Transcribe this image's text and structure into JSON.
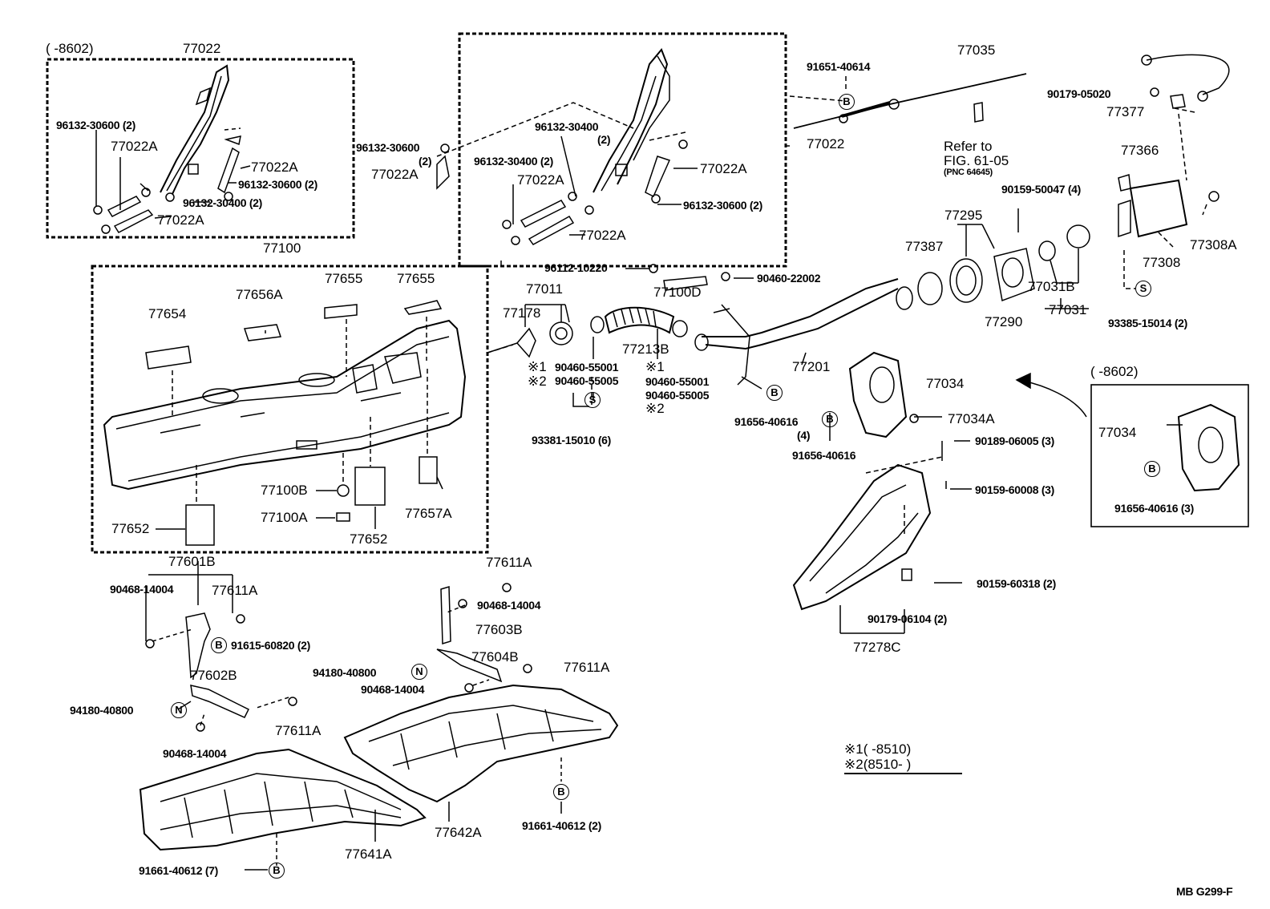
{
  "labels": {
    "tl_date": "(      -8602)",
    "tl_77022": "77022",
    "tl_96132_30600": "96132-30600 (2)",
    "tl_77022A_1": "77022A",
    "tl_77022A_2": "77022A",
    "tl_96132_30600b": "96132-30600 (2)",
    "tl_96132_30400": "96132-30400 (2)",
    "tl_77022A_3": "77022A",
    "tc_96132_30600": "96132-30600",
    "tc_96132_30600_qty": "(2)",
    "tc_77022A": "77022A",
    "tc_96132_30400": "96132-30400",
    "tc_96132_30400_qty": "(2)",
    "tc_96132_30400b": "96132-30400 (2)",
    "tc_77022A_b": "77022A",
    "tc_77022A_c": "77022A",
    "tc_96132_30600b": "96132-30600 (2)",
    "tc_77022A_d": "77022A",
    "tc_77022": "77022",
    "p_91651": "91651-40614",
    "p_77035": "77035",
    "p_90179_05020": "90179-05020",
    "p_77377": "77377",
    "p_refer": "Refer to",
    "p_fig": "FIG. 61-05",
    "p_pnc": "(PNC 64645)",
    "p_77366": "77366",
    "p_90159_50047": "90159-50047 (4)",
    "p_77295": "77295",
    "p_77387": "77387",
    "p_77308A": "77308A",
    "p_77308": "77308",
    "p_77031B": "77031B",
    "p_77290": "77290",
    "p_77031": "77031",
    "p_93385": "93385-15014 (2)",
    "p_77100": "77100",
    "p_77656A": "77656A",
    "p_77655a": "77655",
    "p_77655b": "77655",
    "p_77654": "77654",
    "p_96112": "96112-10220",
    "p_90460_22002": "90460-22002",
    "p_77011": "77011",
    "p_77100D": "77100D",
    "p_77178": "77178",
    "p_77213B": "77213B",
    "p_x1a": "※1",
    "p_x2a": "※2",
    "p_90460_55001a": "90460-55001",
    "p_90460_55005a": "90460-55005",
    "p_x1b": "※1",
    "p_90460_55001b": "90460-55001",
    "p_90460_55005b": "90460-55005",
    "p_x2b": "※2",
    "p_77201": "77201",
    "p_77034": "77034",
    "p_91656_40616_4": "91656-40616",
    "p_qty4": "(4)",
    "p_77034A": "77034A",
    "p_91656_40616": "91656-40616",
    "p_93381": "93381-15010 (6)",
    "p_90189": "90189-06005 (3)",
    "p_90159_60008": "90159-60008 (3)",
    "p_90159_60318": "90159-60318 (2)",
    "p_90179_06104": "90179-06104 (2)",
    "p_77278C": "77278C",
    "p_77100B": "77100B",
    "p_77100A": "77100A",
    "p_77652a": "77652",
    "p_77652b": "77652",
    "p_77657A": "77657A",
    "p_77601B": "77601B",
    "p_90468_a": "90468-14004",
    "p_77611A_a": "77611A",
    "p_91615": "91615-60820 (2)",
    "p_77602B": "77602B",
    "p_94180_a": "94180-40800",
    "p_77611A_b": "77611A",
    "p_90468_b": "90468-14004",
    "p_77611A_c": "77611A",
    "p_90468_c": "90468-14004",
    "p_77603B": "77603B",
    "p_77604B": "77604B",
    "p_94180_b": "94180-40800",
    "p_77611A_d": "77611A",
    "p_90468_d": "90468-14004",
    "p_77642A": "77642A",
    "p_91661_2": "91661-40612 (2)",
    "p_77641A": "77641A",
    "p_91661_7": "91661-40612 (7)",
    "r_date": "(      -8602)",
    "r_77034": "77034",
    "r_91656": "91656-40616 (3)",
    "n1": "※1(       -8510)",
    "n2": "※2(8510-         )",
    "footer": "MB G299-F"
  },
  "symbols": {
    "B": "B",
    "S": "S",
    "N": "N"
  }
}
